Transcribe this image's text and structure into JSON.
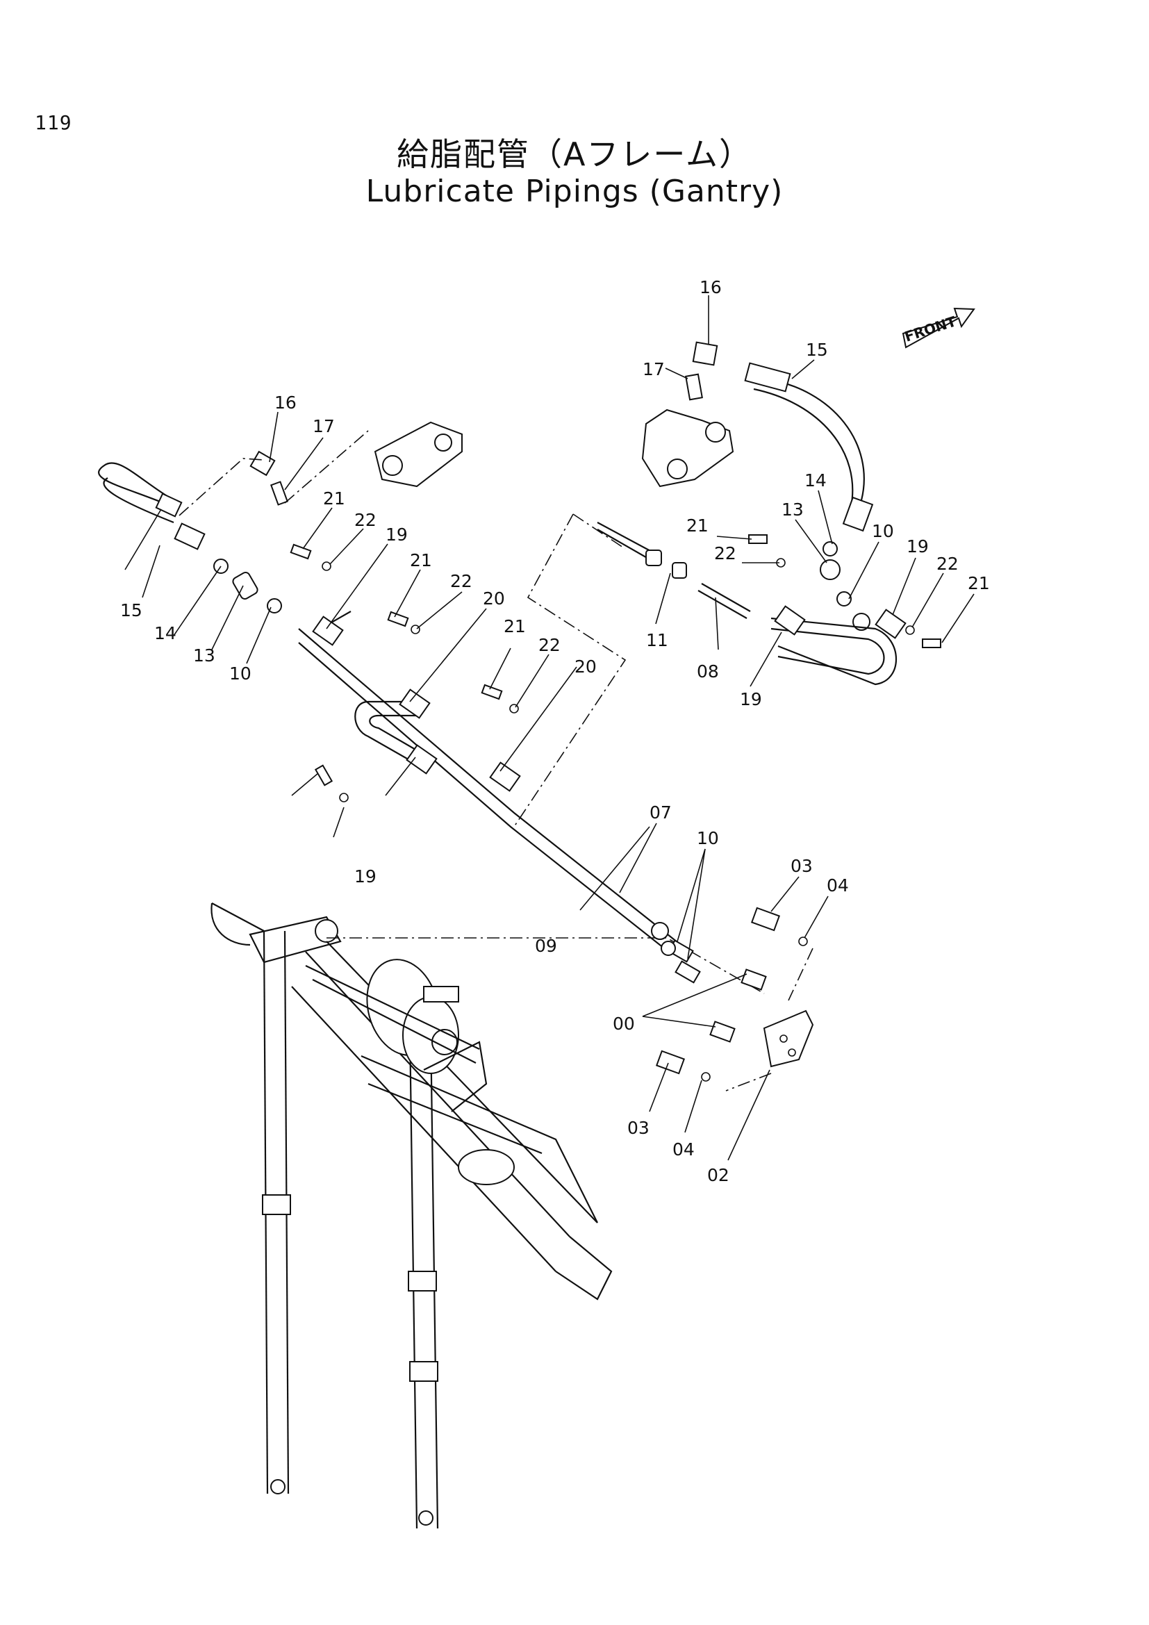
{
  "page": {
    "number": "119"
  },
  "title": {
    "japanese": "給脂配管（Aフレーム）",
    "english": "Lubricate Pipings (Gantry)"
  },
  "front_marker": "FRONT",
  "callouts": [
    "16",
    "15",
    "17",
    "14",
    "13",
    "10",
    "19",
    "22",
    "21",
    "21",
    "22",
    "19",
    "21",
    "22",
    "20",
    "11",
    "08",
    "19",
    "16",
    "17",
    "15",
    "14",
    "13",
    "10",
    "21",
    "22",
    "20",
    "21",
    "22",
    "19",
    "07",
    "10",
    "09",
    "03",
    "04",
    "00",
    "03",
    "04",
    "02"
  ]
}
